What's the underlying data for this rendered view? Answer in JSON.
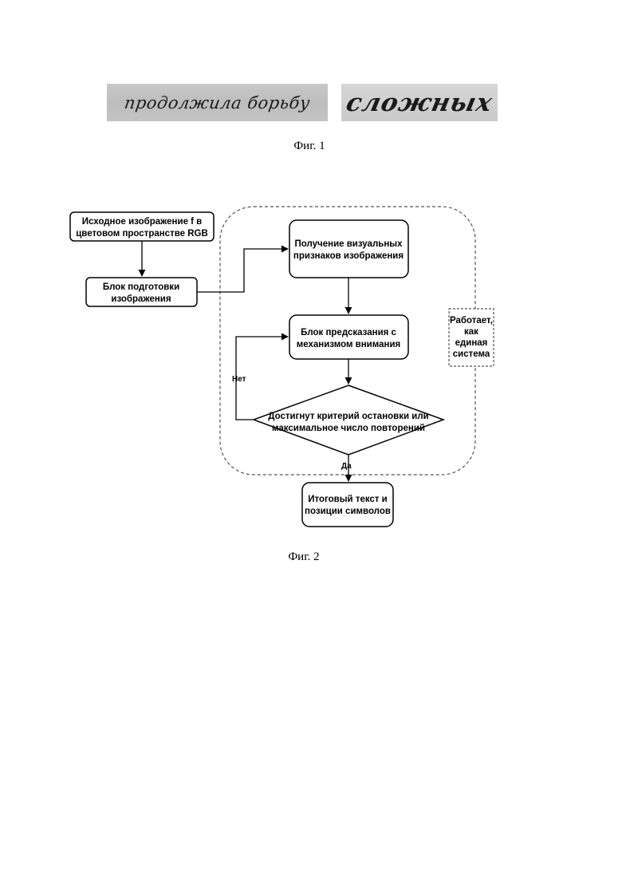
{
  "figure1": {
    "caption": "Фиг. 1",
    "sample1_text": "продолжила борьбу",
    "sample1_cut_text": "",
    "sample2_text": "сложных"
  },
  "figure2": {
    "caption": "Фиг. 2",
    "nodes": {
      "input": [
        "Исходное изображение f в",
        "цветовом пространстве RGB"
      ],
      "prep": [
        "Блок подготовки",
        "изображения"
      ],
      "features": [
        "Получение визуальных",
        "признаков изображения"
      ],
      "predict": [
        "Блок предсказания с",
        "механизмом внимания"
      ],
      "decision": [
        "Достигнут критерий остановки или",
        "максимальное число повторений"
      ],
      "output": [
        "Итоговый текст и",
        "позиции символов"
      ],
      "system_note": [
        "Работает,",
        "как",
        "единая",
        "система"
      ]
    },
    "edge_labels": {
      "no": "Нет",
      "yes": "Да"
    },
    "colors": {
      "line": "#000000",
      "dashed": "#555555",
      "background": "#ffffff"
    }
  }
}
